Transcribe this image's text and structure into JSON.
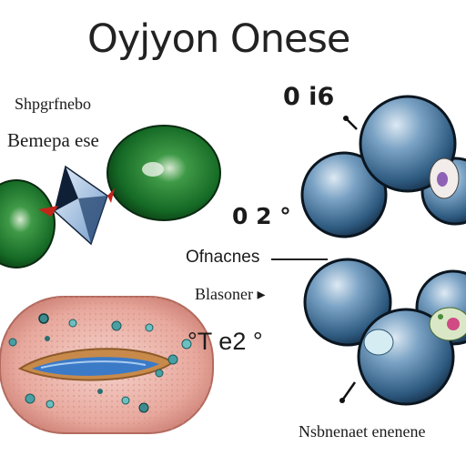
{
  "title": "Oyjyon Onese",
  "labels": {
    "upper_left_1": "Shpgrfnebo",
    "upper_left_2": "Bemepa ese",
    "center_1": "Ofnacnes",
    "center_2": "Blasoner ▸",
    "center_3": "°T e2 °",
    "bottom": "Nsbnenaet enenene",
    "right_top": "0 i6",
    "middle": "0 2 °"
  },
  "colors": {
    "green_cell": "#1f7a2a",
    "blue_sphere": "#3a6a91",
    "tissue_pink": "#e7b1a8",
    "vacuole_blue": "#3b7ac7"
  }
}
